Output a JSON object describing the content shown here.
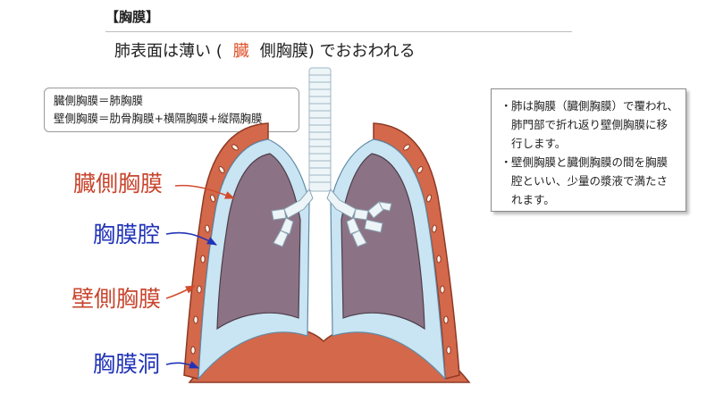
{
  "title": "【胸膜】",
  "headline": {
    "before": "肺表面は薄い (",
    "blank": "臓",
    "after": "側胸膜) でおおわれる"
  },
  "definitions": [
    "臓側胸膜＝肺胸膜",
    "壁側胸膜＝肋骨胸膜+横隔胸膜+縦隔胸膜"
  ],
  "notes": [
    {
      "bullet": "・",
      "text": "肺は胸膜（臓側胸膜）で覆われ、肺門部で折れ返り壁側胸膜に移行します。"
    },
    {
      "bullet": "・",
      "text": "壁側胸膜と臓側胸膜の間を胸膜腔といい、少量の漿液で満たされます。"
    }
  ],
  "labels": {
    "visceral_pleura": "臓側胸膜",
    "pleural_cavity": "胸膜腔",
    "parietal_pleura": "壁側胸膜",
    "pleural_recess": "胸膜洞"
  },
  "colors": {
    "red_label": "#c8452e",
    "blue_label": "#2033b8",
    "parietal": "#d4684b",
    "cavity": "#c9e4f2",
    "lung": "#8b7385",
    "trachea": "#edf5f8"
  }
}
